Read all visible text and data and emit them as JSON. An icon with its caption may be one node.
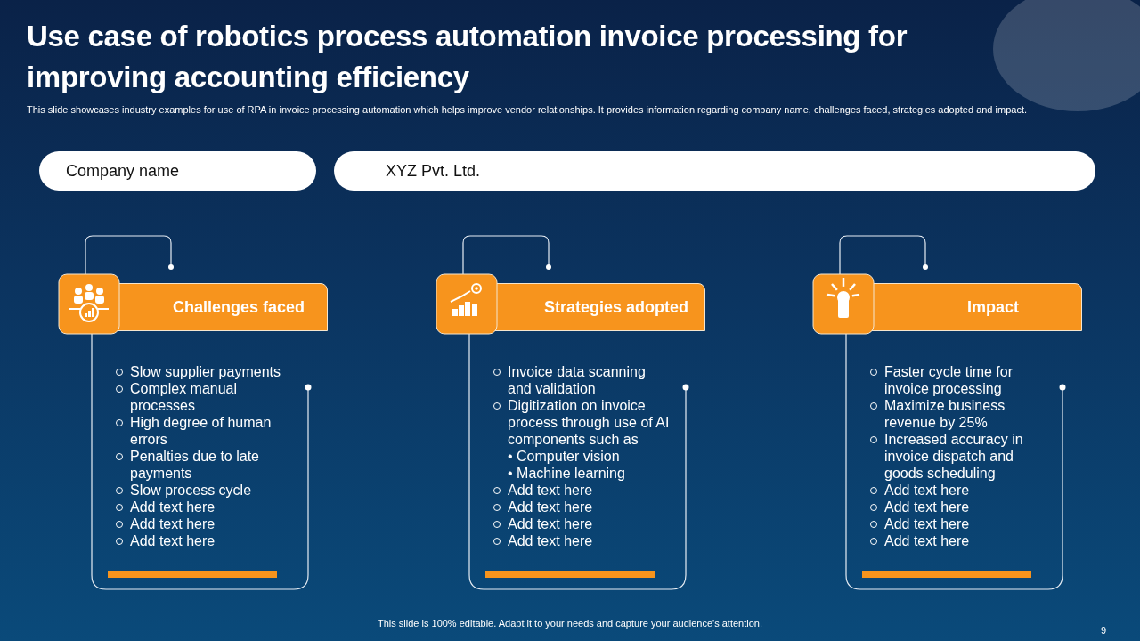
{
  "diagram": {
    "title": "Use case of robotics process automation invoice processing for improving accounting efficiency",
    "nodes": [
      {
        "text": [
          "Company name"
        ]
      },
      {
        "text": [
          "XYZ Pvt. Ltd."
        ]
      },
      {
        "text": [
          "Challenges faced"
        ]
      },
      {
        "text": [
          "Slow supplier payments",
          "Complex manual processes",
          "High degree of human errors",
          "Penalties due to late payments",
          "Slow process cycle",
          "Add text here",
          "Add text here",
          "Add text here"
        ]
      },
      {
        "text": [
          "Strategies adopted"
        ]
      },
      {
        "text": [
          "Invoice data scanning and validation",
          "Digitization on invoice process through  use of AI components such as",
          "• Computer vision",
          "• Machine learning",
          "Add text here",
          "Add text here",
          "Add text here",
          "Add text here"
        ]
      },
      {
        "text": [
          "Impact"
        ]
      },
      {
        "text": [
          "Faster cycle time for invoice processing",
          "Maximize business revenue by 25%",
          "Increased accuracy in invoice dispatch and goods scheduling",
          "Add text here",
          "Add text here",
          "Add text here",
          "Add text here"
        ]
      }
    ],
    "labels": [
      "This slide showcases industry examples for use of RPA in invoice processing automation which helps improve vendor relationships. It provides information regarding company name, challenges faced, strategies adopted and impact.",
      "This slide is 100% editable. Adapt it to your needs and capture your audience's attention.",
      "9"
    ]
  }
}
